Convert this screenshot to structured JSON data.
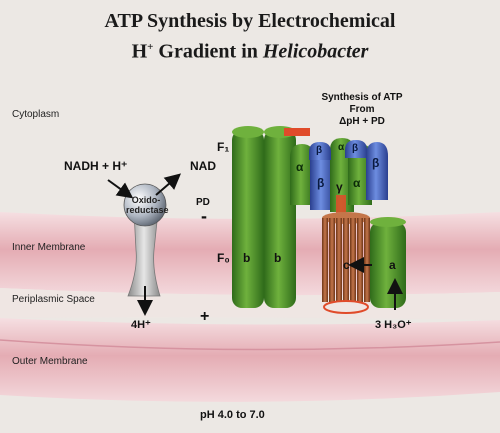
{
  "title": {
    "line1": "ATP Synthesis by Electrochemical",
    "line2_prefix": "H",
    "line2_sup": "+",
    "line2_mid": " Gradient in ",
    "line2_italic": "Helicobacter"
  },
  "regions": {
    "cytoplasm": "Cytoplasm",
    "inner_membrane": "Inner Membrane",
    "periplasmic_space": "Periplasmic Space",
    "outer_membrane": "Outer Membrane"
  },
  "caption": {
    "line1": "Synthesis of ATP",
    "line2": "From",
    "line3": "ΔpH + PD"
  },
  "labels": {
    "nadh": "NADH + H⁺",
    "nad": "NAD",
    "oxidoreductase": "Oxido-\nreductase",
    "pd": "PD",
    "minus": "-",
    "plus": "+",
    "four_h": "4H⁺",
    "three_h3o": "3 H₃O⁺",
    "f1": "F₁",
    "f0": "F₀",
    "b1": "b",
    "b2": "b",
    "alpha": "α",
    "beta": "β",
    "gamma": "γ",
    "c": "c",
    "a": "a",
    "ph": "pH 4.0 to 7.0"
  },
  "colors": {
    "background": "#ece8e4",
    "membrane": "#e8b3b9",
    "stator": "#4f8c2f",
    "beta_subunit": "#3f62c0",
    "c_ring": "#a0532e",
    "delta_bar": "#e04b2a"
  }
}
